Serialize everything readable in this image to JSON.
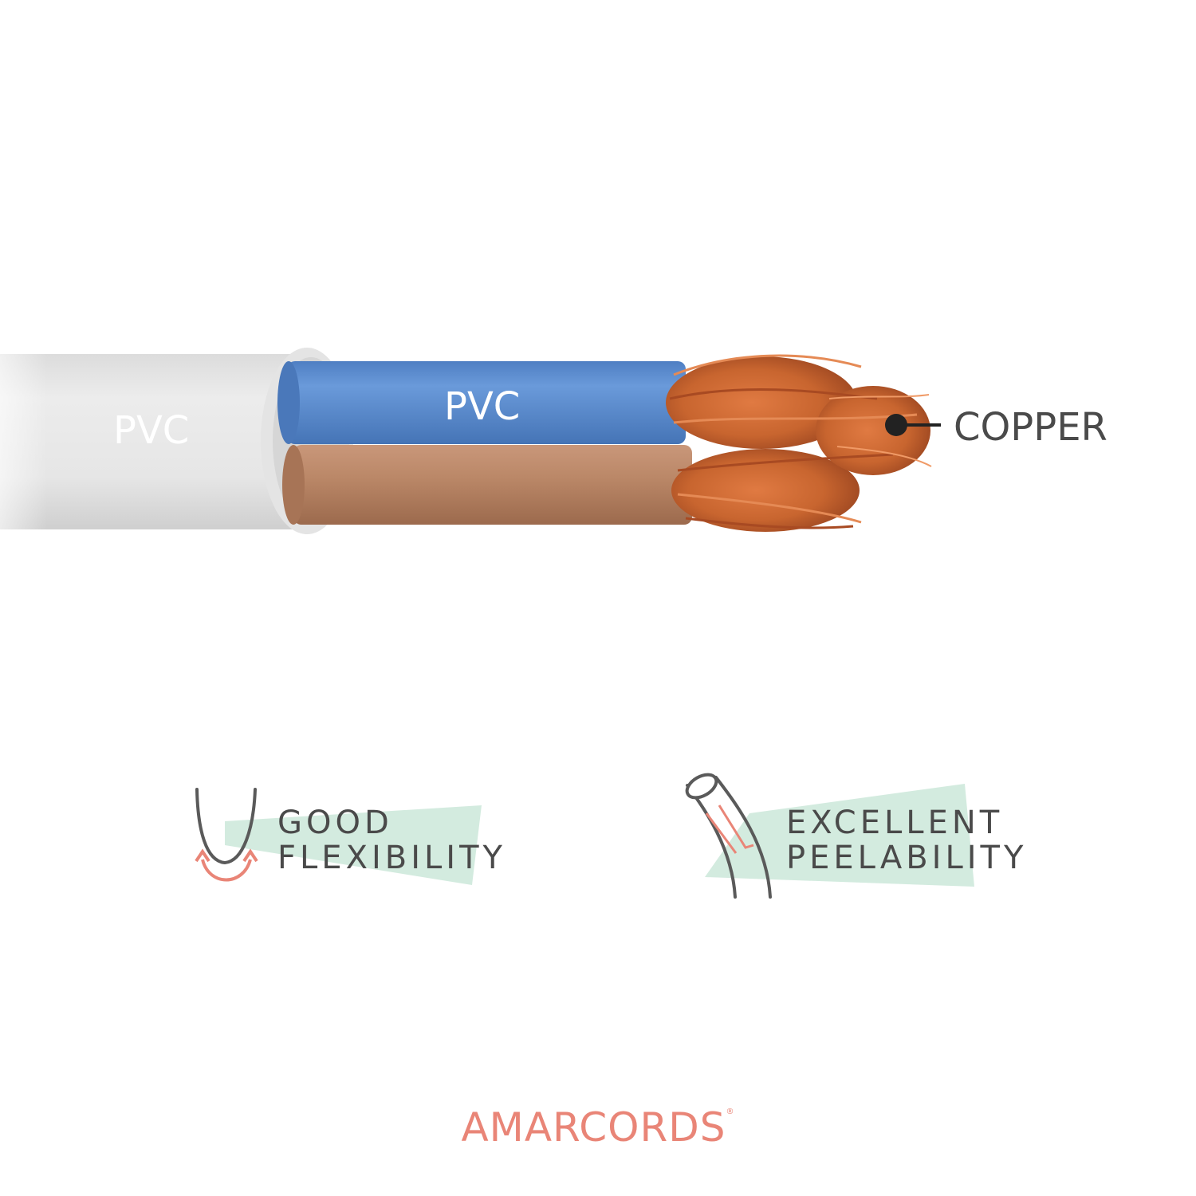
{
  "labels": {
    "outer_sheath": "PVC",
    "inner_insulation": "PVC",
    "conductor": "COPPER"
  },
  "features": [
    {
      "line1": "GOOD",
      "line2": "FLEXIBILITY",
      "icon": "flexibility-icon"
    },
    {
      "line1": "EXCELLENT",
      "line2": "PEELABILITY",
      "icon": "peelability-icon"
    }
  ],
  "brand": {
    "name": "AMARCORDS",
    "mark": "®"
  },
  "colors": {
    "accent": "#e98577",
    "highlight": "#d3ebdf",
    "sheath": "#e8e8e8",
    "blue_wire": "#5d8ed0",
    "brown_wire": "#b78464",
    "copper": "#c8652f",
    "text": "#4a4a4a"
  }
}
